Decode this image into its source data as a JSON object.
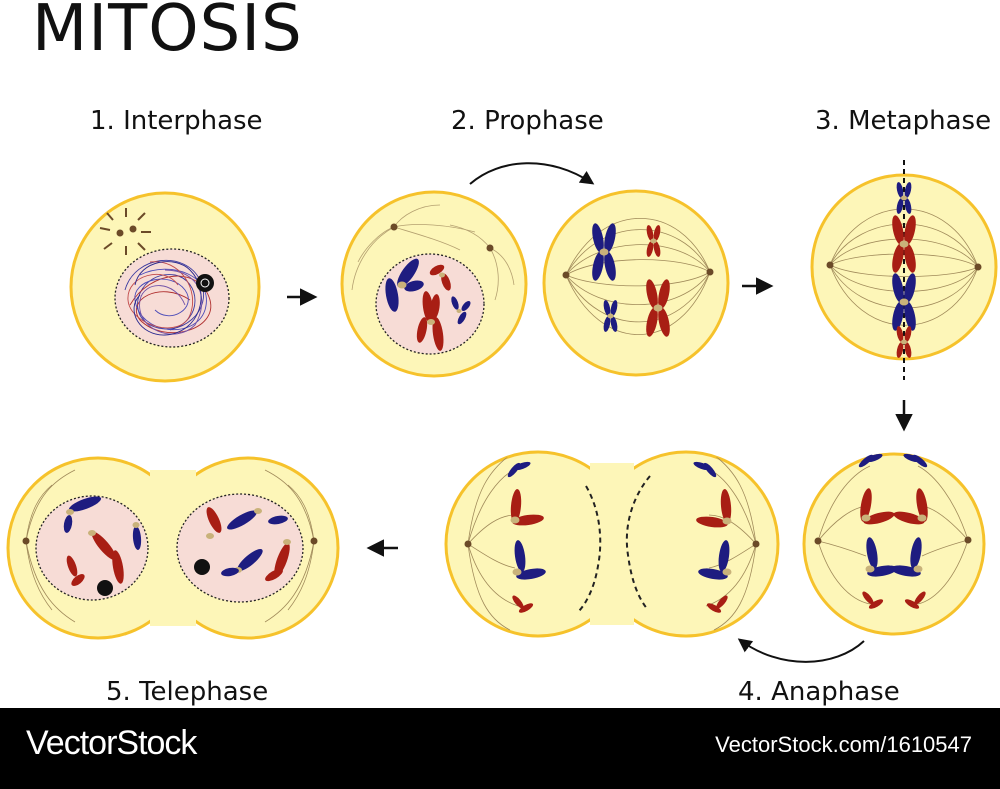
{
  "title": "MITOSIS",
  "stages": [
    {
      "label": "1. Interphase"
    },
    {
      "label": "2. Prophase"
    },
    {
      "label": "3. Metaphase"
    },
    {
      "label": "4. Anaphase"
    },
    {
      "label": "5. Telephase"
    }
  ],
  "footer": {
    "brand": "VectorStock",
    "image_ref": "VectorStock.com/1610547"
  },
  "colors": {
    "cell_fill": "#fdf6b8",
    "cell_border": "#f6c22b",
    "nucleus_fill": "#f7dcd6",
    "chromosome_blue": "#1e1c80",
    "chromosome_red": "#a81e14",
    "centromere": "#c9b27a",
    "spindle": "#a08a5a",
    "centriole": "#6b4a28"
  }
}
